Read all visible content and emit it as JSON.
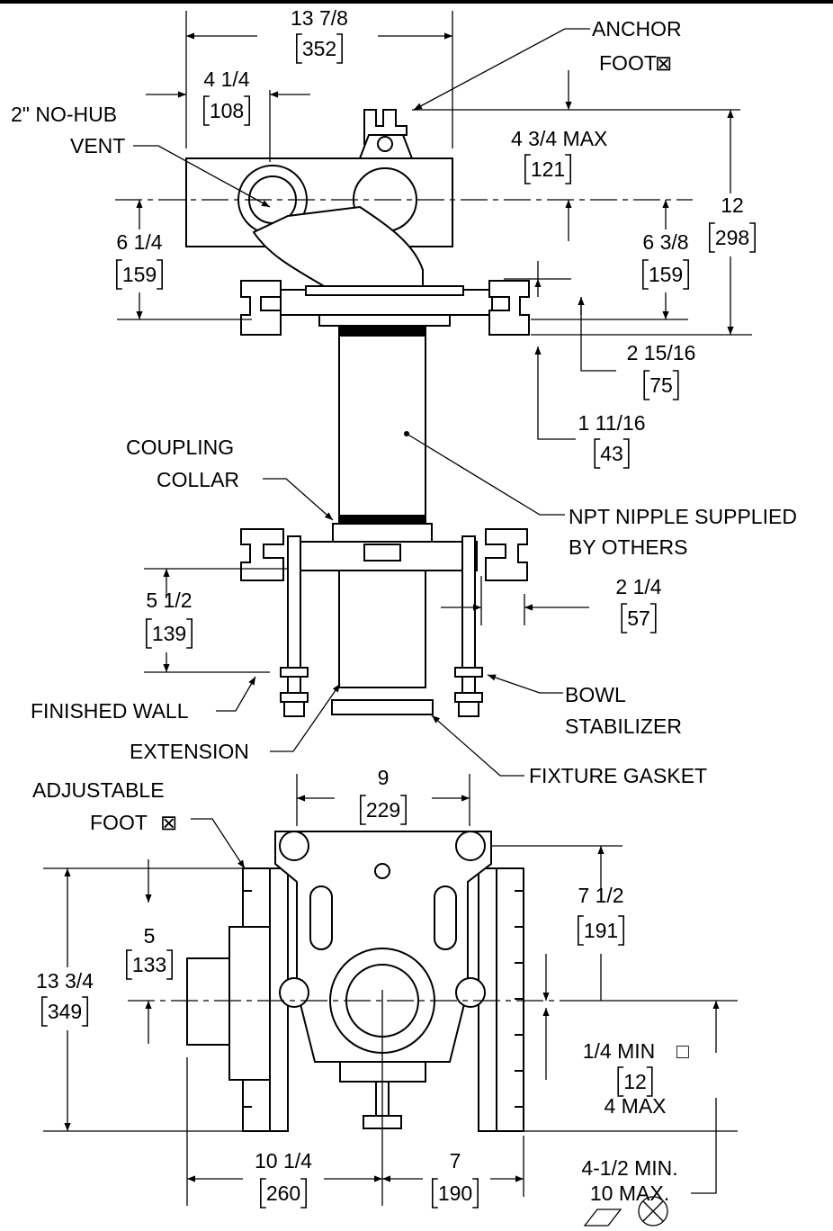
{
  "labels": {
    "anchor_foot_1": "ANCHOR",
    "anchor_foot_2": "FOOT",
    "anchor_foot_symbol": "⊠",
    "hub_vent_1": "2\" NO-HUB",
    "hub_vent_2": "VENT",
    "coupling_1": "COUPLING",
    "coupling_2": "COLLAR",
    "npt_1": "NPT NIPPLE SUPPLIED",
    "npt_2": "BY OTHERS",
    "finished_wall": "FINISHED WALL",
    "bowl_1": "BOWL",
    "bowl_2": "STABILIZER",
    "extension": "EXTENSION",
    "fixture_gasket": "FIXTURE GASKET",
    "adjustable_1": "ADJUSTABLE",
    "adjustable_2": "FOOT",
    "adjustable_symbol": "⊠"
  },
  "dims": {
    "d_13_7_8": {
      "imp": "13 7/8",
      "met": "352"
    },
    "d_4_1_4": {
      "imp": "4 1/4",
      "met": "108"
    },
    "d_4_3_4": {
      "imp": "4 3/4  MAX",
      "met": "121"
    },
    "d_12": {
      "imp": "12",
      "met": "298"
    },
    "d_6_1_4": {
      "imp": "6 1/4",
      "met": "159"
    },
    "d_6_3_8": {
      "imp": "6 3/8",
      "met": "159"
    },
    "d_2_15_16": {
      "imp": "2 15/16",
      "met": "75"
    },
    "d_1_11_16": {
      "imp": "1 11/16",
      "met": "43"
    },
    "d_5_1_2": {
      "imp": "5 1/2",
      "met": "139"
    },
    "d_2_1_4": {
      "imp": "2 1/4",
      "met": "57"
    },
    "d_9": {
      "imp": "9",
      "met": "229"
    },
    "d_7_1_2": {
      "imp": "7 1/2",
      "met": "191"
    },
    "d_5": {
      "imp": "5",
      "met": "133"
    },
    "d_13_3_4": {
      "imp": "13 3/4",
      "met": "349"
    },
    "d_1_4_min": {
      "imp": "1/4 MIN",
      "symbol": "□",
      "met": "12",
      "extra": "4 MAX"
    },
    "d_10_1_4": {
      "imp": "10 1/4",
      "met": "260"
    },
    "d_7": {
      "imp": "7",
      "met": "190"
    },
    "d_4_1_2_min": {
      "imp": "4-1/2 MIN.",
      "extra": "10 MAX."
    }
  }
}
